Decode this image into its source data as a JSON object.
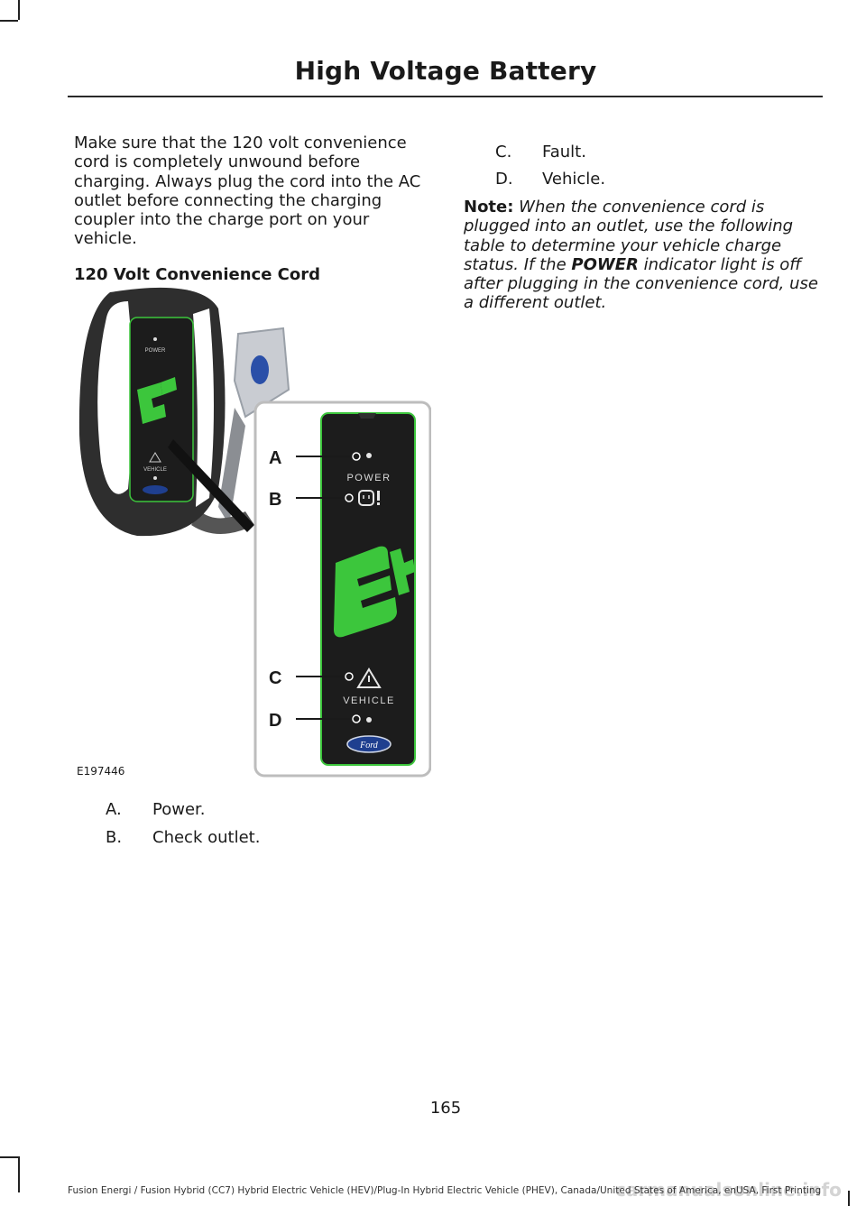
{
  "header": {
    "title": "High Voltage Battery"
  },
  "left": {
    "intro": "Make sure that the 120 volt convenience cord is completely unwound before charging. Always plug the cord into the AC outlet before connecting the charging coupler into the charge port on your vehicle.",
    "heading": "120 Volt Convenience Cord"
  },
  "figure": {
    "code": "E197446",
    "callouts": [
      "A",
      "B",
      "C",
      "D"
    ],
    "panel_labels": {
      "power": "POWER",
      "vehicle": "VEHICLE",
      "brand": "Ford"
    }
  },
  "legend": [
    {
      "letter": "A.",
      "text": "Power."
    },
    {
      "letter": "B.",
      "text": "Check outlet."
    },
    {
      "letter": "C.",
      "text": "Fault."
    },
    {
      "letter": "D.",
      "text": "Vehicle."
    }
  ],
  "note": {
    "lead": "Note:",
    "part1": " When the convenience cord is plugged into an outlet, use the following table to determine your vehicle charge status. If the ",
    "emphasis": "POWER",
    "part2": " indicator light is off after plugging in the convenience cord, use a different outlet."
  },
  "footer": {
    "page_number": "165",
    "text": "Fusion Energi / Fusion Hybrid (CC7) Hybrid Electric Vehicle (HEV)/Plug-In Hybrid Electric Vehicle (PHEV), Canada/United States of America, enUSA, First Printing",
    "watermark": "carmanualsonline.info"
  },
  "colors": {
    "accent_green": "#3cc63c",
    "panel_dark": "#1c1c1c",
    "ford_blue": "#1f3f8f"
  }
}
